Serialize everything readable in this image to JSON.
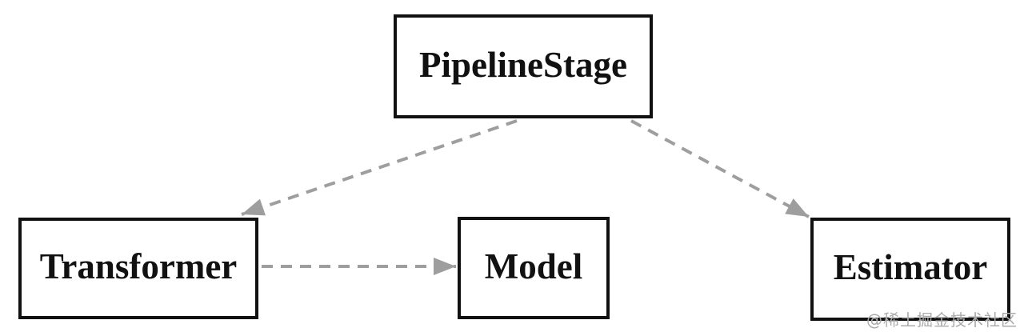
{
  "diagram": {
    "nodes": [
      {
        "id": "pipeline-stage",
        "label": "PipelineStage"
      },
      {
        "id": "transformer",
        "label": "Transformer"
      },
      {
        "id": "model",
        "label": "Model"
      },
      {
        "id": "estimator",
        "label": "Estimator"
      }
    ],
    "edges": [
      {
        "from": "PipelineStage",
        "to": "Transformer",
        "style": "dashed",
        "arrowhead": "filled-triangle"
      },
      {
        "from": "PipelineStage",
        "to": "Estimator",
        "style": "dashed",
        "arrowhead": "filled-triangle"
      },
      {
        "from": "Transformer",
        "to": "Model",
        "style": "dashed",
        "arrowhead": "filled-triangle"
      }
    ],
    "colors": {
      "background": "#ffffff",
      "node_border": "#111111",
      "node_fill": "#ffffff",
      "node_text": "#111111",
      "arrow": "#9e9e9e",
      "watermark": "#ababab"
    },
    "watermark": "@稀土掘金技术社区"
  }
}
